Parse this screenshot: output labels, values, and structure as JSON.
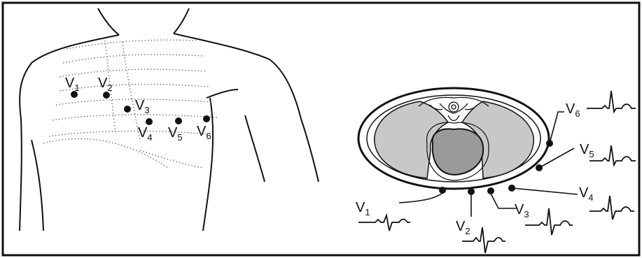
{
  "torso": {
    "electrodes": [
      {
        "id": "V1",
        "letter": "V",
        "sub": "1"
      },
      {
        "id": "V2",
        "letter": "V",
        "sub": "2"
      },
      {
        "id": "V3",
        "letter": "V",
        "sub": "3"
      },
      {
        "id": "V4",
        "letter": "V",
        "sub": "4"
      },
      {
        "id": "V5",
        "letter": "V",
        "sub": "5"
      },
      {
        "id": "V6",
        "letter": "V",
        "sub": "6"
      }
    ]
  },
  "cross_section": {
    "leads": [
      {
        "id": "V1",
        "letter": "V",
        "sub": "1"
      },
      {
        "id": "V2",
        "letter": "V",
        "sub": "2"
      },
      {
        "id": "V3",
        "letter": "V",
        "sub": "3"
      },
      {
        "id": "V4",
        "letter": "V",
        "sub": "4"
      },
      {
        "id": "V5",
        "letter": "V",
        "sub": "5"
      },
      {
        "id": "V6",
        "letter": "V",
        "sub": "6"
      }
    ]
  },
  "colors": {
    "ink": "#111111",
    "lung_fill": "#c8c8c8",
    "heart_fill": "#9a9a9a",
    "background": "#ffffff"
  }
}
